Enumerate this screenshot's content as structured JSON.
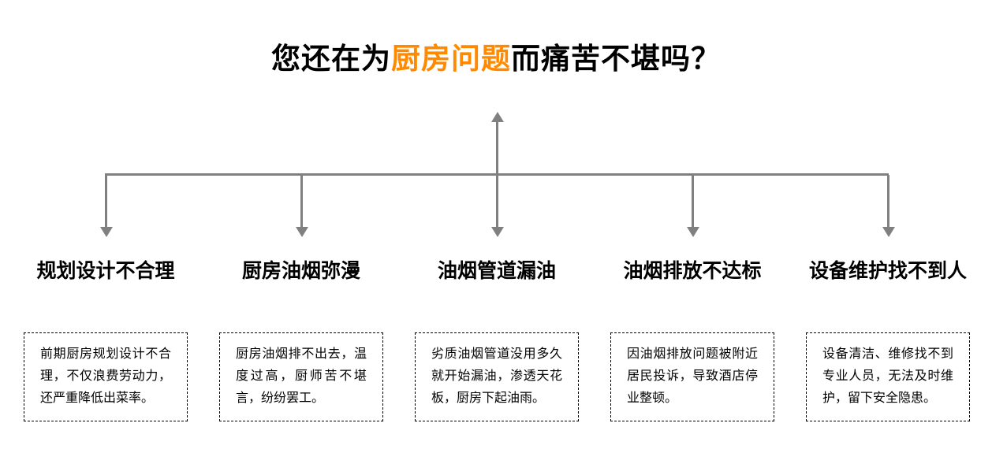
{
  "title": {
    "prefix": "您还在为",
    "highlight": "厨房问题",
    "suffix": "而痛苦不堪吗？"
  },
  "colors": {
    "highlight": "#ff8a00",
    "line": "#808080",
    "text": "#000000",
    "border": "#000000",
    "bg": "#ffffff"
  },
  "columns": [
    {
      "heading": "规划设计不合理",
      "description": "前期厨房规划设计不合理，不仅浪费劳动力，还严重降低出菜率。"
    },
    {
      "heading": "厨房油烟弥漫",
      "description": "厨房油烟排不出去，温度过高，厨师苦不堪言，纷纷罢工。"
    },
    {
      "heading": "油烟管道漏油",
      "description": "劣质油烟管道没用多久就开始漏油，渗透天花板，厨房下起油雨。"
    },
    {
      "heading": "油烟排放不达标",
      "description": "因油烟排放问题被附近居民投诉，导致酒店停业整顿。"
    },
    {
      "heading": "设备维护找不到人",
      "description": "设备清洁、维修找不到专业人员，无法及时维护，留下安全隐患。"
    }
  ]
}
